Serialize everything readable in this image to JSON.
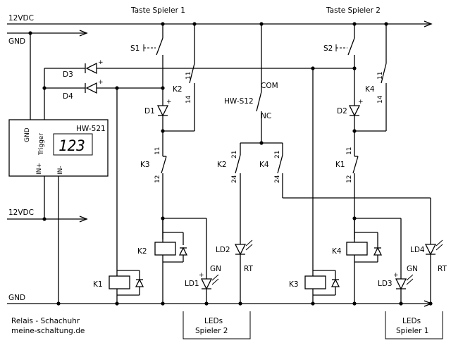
{
  "rails": {
    "top_supply": "12VDC",
    "top_gnd": "GND",
    "mid_supply": "12VDC",
    "bottom_gnd": "GND"
  },
  "headers": {
    "player1": "Taste Spieler 1",
    "player2": "Taste Spieler 2"
  },
  "module": {
    "name": "HW-521",
    "display": "123",
    "pin_gnd": "GND",
    "pin_trigger": "Trigger",
    "pin_in_plus": "IN+",
    "pin_in_minus": "IN-"
  },
  "relay_hw": {
    "name": "HW-S12",
    "com": "COM",
    "nc": "NC"
  },
  "components": {
    "s1": "S1",
    "s2": "S2",
    "d1": "D1",
    "d2": "D2",
    "d3": "D3",
    "d4": "D4",
    "k1_contact_left": "K1",
    "k1_coil": "K1",
    "k2_contact_top": "K2",
    "k2_contact_mid": "K2",
    "k2_coil": "K2",
    "k3_contact": "K3",
    "k3_coil": "K3",
    "k4_contact_top": "K4",
    "k4_contact_mid": "K4",
    "k4_coil": "K4",
    "ld1": "LD1",
    "ld2": "LD2",
    "ld3": "LD3",
    "ld4": "LD4",
    "gn_left": "GN",
    "rt_left": "RT",
    "gn_right": "GN",
    "rt_right": "RT"
  },
  "pins": {
    "p11": "11",
    "p14": "14",
    "p12": "12",
    "p21": "21",
    "p24": "24"
  },
  "marks": {
    "plus": "+"
  },
  "groups": {
    "leds_p2_line1": "LEDs",
    "leds_p2_line2": "Spieler 2",
    "leds_p1_line1": "LEDs",
    "leds_p1_line2": "Spieler 1"
  },
  "footer": {
    "line1": "Relais - Schachuhr",
    "line2": "meine-schaltung.de"
  }
}
